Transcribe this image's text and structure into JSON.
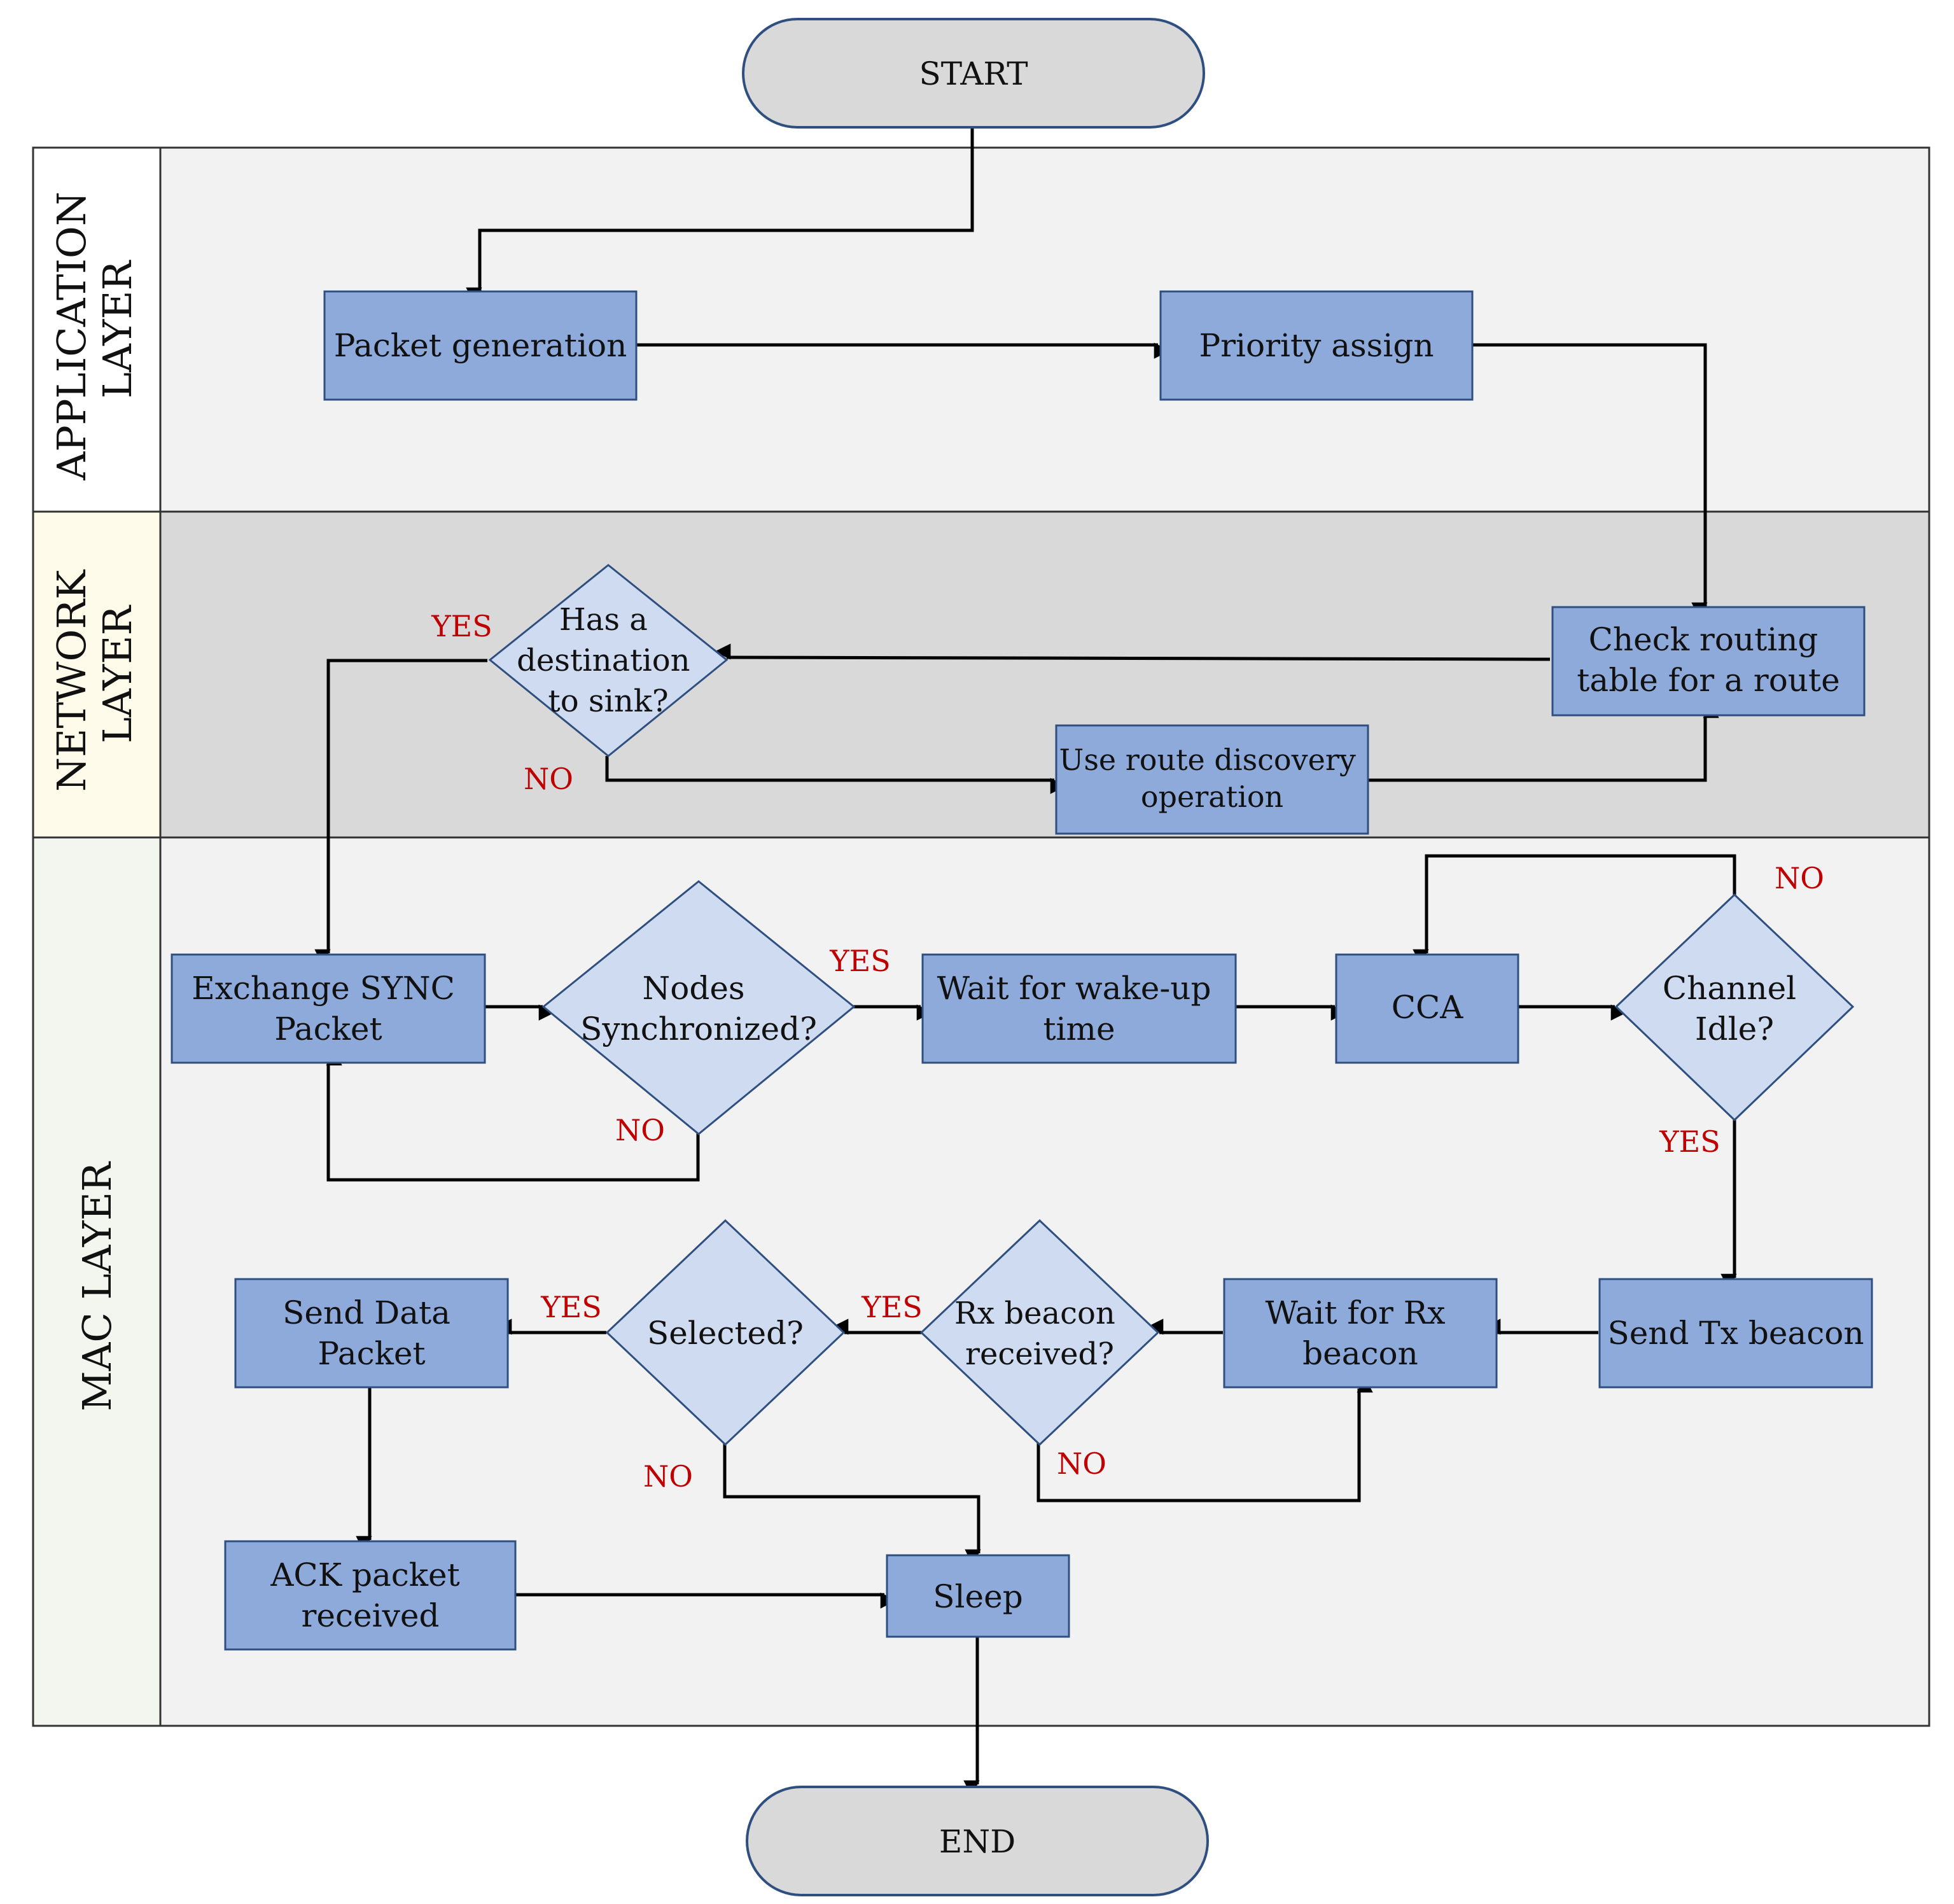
{
  "colors": {
    "process_fill": "#8eaadb",
    "decision_fill": "#cfdbf1",
    "terminal_fill": "#d9d9d9",
    "lane_app_bg": "#f2f2f2",
    "lane_net_bg": "#d9d9d9",
    "lane_mac_bg": "#f2f2f2",
    "label_app_bg": "#ffffff",
    "label_net_bg": "#fffbea",
    "label_mac_bg": "#f3f6ee",
    "yes_no_text": "#c00000",
    "outline": "#2f4f80"
  },
  "lanes": {
    "application": [
      "APPLICATION",
      "LAYER"
    ],
    "network": [
      "NETWORK",
      "LAYER"
    ],
    "mac": [
      "MAC LAYER"
    ]
  },
  "terminals": {
    "start": "START",
    "end": "END"
  },
  "processes": {
    "packet_generation": [
      "Packet generation"
    ],
    "priority_assign": [
      "Priority assign"
    ],
    "check_routing": [
      "Check routing",
      "table for a route"
    ],
    "route_discovery": [
      "Use route discovery",
      "operation"
    ],
    "exchange_sync": [
      "Exchange SYNC",
      "Packet"
    ],
    "wait_wakeup": [
      "Wait for wake-up",
      "time"
    ],
    "cca": [
      "CCA"
    ],
    "send_tx_beacon": [
      "Send Tx beacon"
    ],
    "wait_rx_beacon": [
      "Wait for Rx",
      "beacon"
    ],
    "send_data": [
      "Send Data",
      "Packet"
    ],
    "ack_received": [
      "ACK packet",
      "received"
    ],
    "sleep": [
      "Sleep"
    ]
  },
  "decisions": {
    "has_destination": [
      "Has a",
      "destination",
      "to sink?"
    ],
    "nodes_synchronized": [
      "Nodes",
      "Synchronized?"
    ],
    "channel_idle": [
      "Channel",
      "Idle?"
    ],
    "rx_beacon_received": [
      "Rx beacon",
      "received?"
    ],
    "selected": [
      "Selected?"
    ]
  },
  "branch_labels": {
    "has_destination_yes": "YES",
    "has_destination_no": "NO",
    "nodes_sync_yes": "YES",
    "nodes_sync_no": "NO",
    "channel_idle_no": "NO",
    "channel_idle_yes": "YES",
    "rx_beacon_yes": "YES",
    "rx_beacon_no": "NO",
    "selected_yes": "YES",
    "selected_no": "NO"
  }
}
